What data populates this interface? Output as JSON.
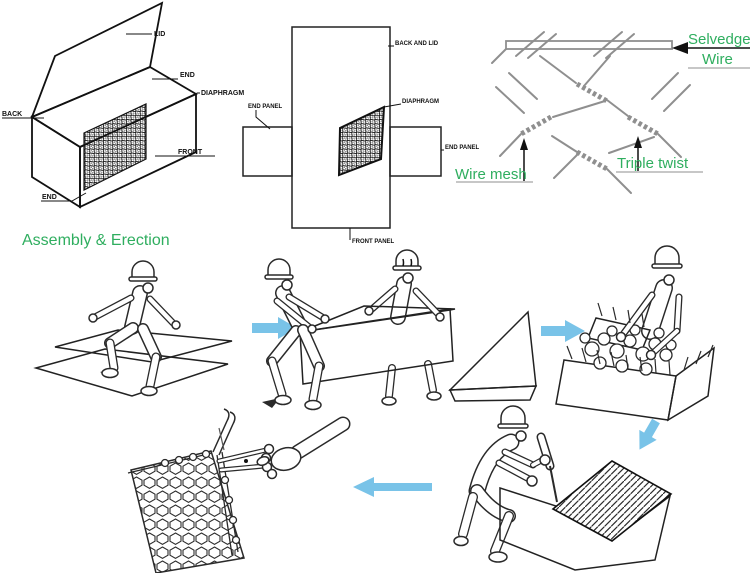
{
  "colors": {
    "green_label": "#2fae5f",
    "blue_arrow": "#79c3e8",
    "ink": "#111111",
    "wire_gray": "#8f8f8f"
  },
  "top_left_diagram": {
    "name": "gabion-box-3d",
    "labels": {
      "lid": "LID",
      "end_top": "END",
      "diaphragm": "DIAPHRAGM",
      "back": "BACK",
      "front": "FRONT",
      "end_bottom": "END"
    }
  },
  "top_middle_diagram": {
    "name": "gabion-flat-layout",
    "labels": {
      "back_and_lid": "BACK AND LID",
      "end_panel_left": "END PANEL",
      "diaphragm": "DIAPHRAGM",
      "end_panel_right": "END PANEL",
      "front_panel": "FRONT PANEL"
    }
  },
  "top_right_diagram": {
    "name": "wire-mesh-detail",
    "labels": {
      "selvedge_line1": "Selvedge",
      "selvedge_line2": "Wire",
      "wire_mesh": "Wire mesh",
      "triple_twist": "Triple twist"
    }
  },
  "assembly": {
    "heading": "Assembly & Erection",
    "arrow_icons": [
      "right",
      "right",
      "down-left",
      "left"
    ]
  }
}
